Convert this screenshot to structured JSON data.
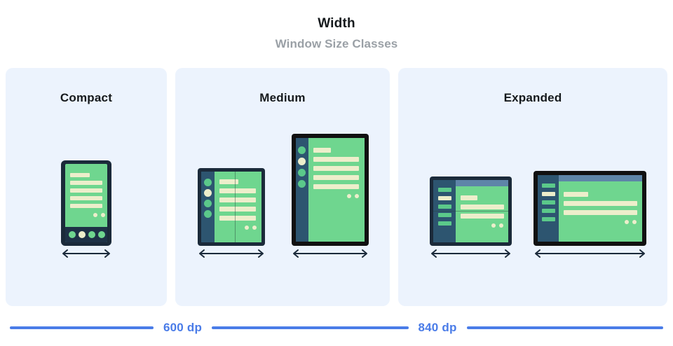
{
  "header": {
    "title": "Width",
    "subtitle": "Window Size Classes"
  },
  "panels": [
    {
      "id": "compact",
      "label": "Compact"
    },
    {
      "id": "medium",
      "label": "Medium"
    },
    {
      "id": "expanded",
      "label": "Expanded"
    }
  ],
  "devices": {
    "compact_phone": "phone-device",
    "medium_foldable": "foldable-portrait-device",
    "medium_tablet": "tablet-portrait-device",
    "expanded_foldable": "foldable-landscape-device",
    "expanded_tablet": "tablet-landscape-device"
  },
  "arrows": {
    "compact": "width-arrow-compact",
    "medium_1": "width-arrow-medium-foldable",
    "medium_2": "width-arrow-medium-tablet",
    "expanded_1": "width-arrow-expanded-foldable",
    "expanded_2": "width-arrow-expanded-tablet"
  },
  "scale": {
    "breakpoints": [
      {
        "value": "600 dp"
      },
      {
        "value": "840 dp"
      }
    ]
  },
  "colors": {
    "panel_bg": "#ecf3fd",
    "accent_blue": "#4a7ce8",
    "screen_green": "#6fd68f",
    "content_cream": "#edeecb",
    "frame_navy": "#1b2a3a",
    "frame_black": "#111111",
    "rail_blue": "#2d5570",
    "title_text": "#15191c",
    "subtitle_text": "#9aa0a6"
  }
}
